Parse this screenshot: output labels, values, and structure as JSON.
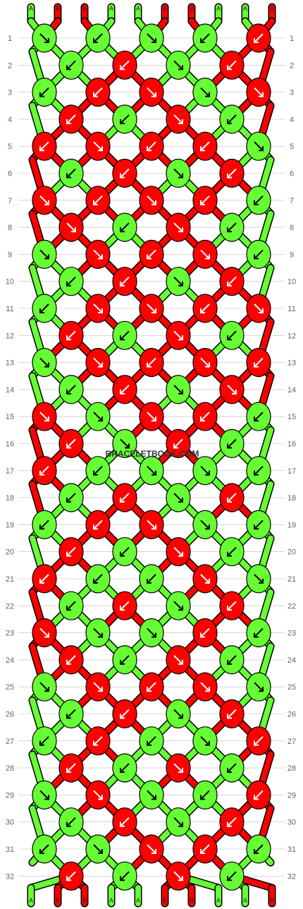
{
  "watermark": "BRACELETBOOK.COM",
  "colors": {
    "A": "#66ff33",
    "B": "#ff0000",
    "outline": "#000000",
    "label": "#666666",
    "grid": "#bdbdbd"
  },
  "strands_top": [
    "A",
    "B",
    "B",
    "A",
    "A",
    "B",
    "B",
    "A",
    "A",
    "B"
  ],
  "strands_bottom": [
    "A",
    "B",
    "B",
    "A",
    "A",
    "B",
    "B",
    "A",
    "A",
    "B"
  ],
  "row_numbers": [
    1,
    2,
    3,
    4,
    5,
    6,
    7,
    8,
    9,
    10,
    11,
    12,
    13,
    14,
    15,
    16,
    17,
    18,
    19,
    20,
    21,
    22,
    23,
    24,
    25,
    26,
    27,
    28,
    29,
    30,
    31,
    32
  ],
  "rows": [
    [
      {
        "c": "A",
        "d": "se"
      },
      {
        "c": "A",
        "d": "sw"
      },
      {
        "c": "A",
        "d": "se"
      },
      {
        "c": "A",
        "d": "sw"
      },
      {
        "c": "B",
        "d": "sw"
      }
    ],
    [
      {
        "c": "A",
        "d": "sw"
      },
      {
        "c": "B",
        "d": "sw"
      },
      {
        "c": "A",
        "d": "se"
      },
      {
        "c": "B",
        "d": "sw"
      }
    ],
    [
      {
        "c": "A",
        "d": "sw"
      },
      {
        "c": "B",
        "d": "sw"
      },
      {
        "c": "B",
        "d": "se"
      },
      {
        "c": "A",
        "d": "se"
      },
      {
        "c": "B",
        "d": "se"
      }
    ],
    [
      {
        "c": "B",
        "d": "sw"
      },
      {
        "c": "A",
        "d": "sw"
      },
      {
        "c": "B",
        "d": "se"
      },
      {
        "c": "A",
        "d": "sw"
      }
    ],
    [
      {
        "c": "B",
        "d": "sw"
      },
      {
        "c": "B",
        "d": "se"
      },
      {
        "c": "B",
        "d": "sw"
      },
      {
        "c": "B",
        "d": "sw"
      },
      {
        "c": "A",
        "d": "se"
      }
    ],
    [
      {
        "c": "A",
        "d": "sw"
      },
      {
        "c": "B",
        "d": "sw"
      },
      {
        "c": "A",
        "d": "se"
      },
      {
        "c": "B",
        "d": "sw"
      }
    ],
    [
      {
        "c": "B",
        "d": "se"
      },
      {
        "c": "B",
        "d": "sw"
      },
      {
        "c": "B",
        "d": "se"
      },
      {
        "c": "B",
        "d": "sw"
      },
      {
        "c": "A",
        "d": "sw"
      }
    ],
    [
      {
        "c": "B",
        "d": "se"
      },
      {
        "c": "A",
        "d": "sw"
      },
      {
        "c": "B",
        "d": "se"
      },
      {
        "c": "A",
        "d": "sw"
      }
    ],
    [
      {
        "c": "A",
        "d": "se"
      },
      {
        "c": "B",
        "d": "se"
      },
      {
        "c": "B",
        "d": "sw"
      },
      {
        "c": "B",
        "d": "se"
      },
      {
        "c": "A",
        "d": "sw"
      }
    ],
    [
      {
        "c": "A",
        "d": "sw"
      },
      {
        "c": "B",
        "d": "sw"
      },
      {
        "c": "A",
        "d": "se"
      },
      {
        "c": "B",
        "d": "sw"
      }
    ],
    [
      {
        "c": "A",
        "d": "sw"
      },
      {
        "c": "B",
        "d": "se"
      },
      {
        "c": "B",
        "d": "se"
      },
      {
        "c": "B",
        "d": "sw"
      },
      {
        "c": "B",
        "d": "se"
      }
    ],
    [
      {
        "c": "B",
        "d": "sw"
      },
      {
        "c": "A",
        "d": "sw"
      },
      {
        "c": "B",
        "d": "se"
      },
      {
        "c": "A",
        "d": "sw"
      }
    ],
    [
      {
        "c": "A",
        "d": "se"
      },
      {
        "c": "B",
        "d": "se"
      },
      {
        "c": "B",
        "d": "sw"
      },
      {
        "c": "B",
        "d": "se"
      },
      {
        "c": "B",
        "d": "sw"
      }
    ],
    [
      {
        "c": "A",
        "d": "sw"
      },
      {
        "c": "B",
        "d": "sw"
      },
      {
        "c": "A",
        "d": "se"
      },
      {
        "c": "B",
        "d": "se"
      }
    ],
    [
      {
        "c": "B",
        "d": "se"
      },
      {
        "c": "A",
        "d": "se"
      },
      {
        "c": "B",
        "d": "se"
      },
      {
        "c": "B",
        "d": "sw"
      },
      {
        "c": "A",
        "d": "sw"
      }
    ],
    [
      {
        "c": "B",
        "d": "sw"
      },
      {
        "c": "A",
        "d": "se"
      },
      {
        "c": "B",
        "d": "sw"
      },
      {
        "c": "A",
        "d": "sw"
      }
    ],
    [
      {
        "c": "B",
        "d": "sw"
      },
      {
        "c": "A",
        "d": "sw"
      },
      {
        "c": "A",
        "d": "se"
      },
      {
        "c": "A",
        "d": "se"
      },
      {
        "c": "A",
        "d": "sw"
      }
    ],
    [
      {
        "c": "A",
        "d": "sw"
      },
      {
        "c": "B",
        "d": "sw"
      },
      {
        "c": "A",
        "d": "se"
      },
      {
        "c": "B",
        "d": "sw"
      }
    ],
    [
      {
        "c": "A",
        "d": "sw"
      },
      {
        "c": "B",
        "d": "sw"
      },
      {
        "c": "B",
        "d": "se"
      },
      {
        "c": "A",
        "d": "se"
      },
      {
        "c": "A",
        "d": "sw"
      }
    ],
    [
      {
        "c": "B",
        "d": "sw"
      },
      {
        "c": "A",
        "d": "sw"
      },
      {
        "c": "B",
        "d": "se"
      },
      {
        "c": "A",
        "d": "sw"
      }
    ],
    [
      {
        "c": "B",
        "d": "sw"
      },
      {
        "c": "A",
        "d": "sw"
      },
      {
        "c": "A",
        "d": "sw"
      },
      {
        "c": "B",
        "d": "se"
      },
      {
        "c": "A",
        "d": "se"
      }
    ],
    [
      {
        "c": "A",
        "d": "sw"
      },
      {
        "c": "B",
        "d": "sw"
      },
      {
        "c": "A",
        "d": "se"
      },
      {
        "c": "B",
        "d": "sw"
      }
    ],
    [
      {
        "c": "B",
        "d": "se"
      },
      {
        "c": "A",
        "d": "se"
      },
      {
        "c": "A",
        "d": "se"
      },
      {
        "c": "B",
        "d": "sw"
      },
      {
        "c": "A",
        "d": "sw"
      }
    ],
    [
      {
        "c": "B",
        "d": "sw"
      },
      {
        "c": "A",
        "d": "sw"
      },
      {
        "c": "B",
        "d": "se"
      },
      {
        "c": "A",
        "d": "sw"
      }
    ],
    [
      {
        "c": "A",
        "d": "se"
      },
      {
        "c": "B",
        "d": "se"
      },
      {
        "c": "B",
        "d": "sw"
      },
      {
        "c": "B",
        "d": "se"
      },
      {
        "c": "A",
        "d": "se"
      }
    ],
    [
      {
        "c": "A",
        "d": "sw"
      },
      {
        "c": "B",
        "d": "sw"
      },
      {
        "c": "A",
        "d": "se"
      },
      {
        "c": "B",
        "d": "sw"
      }
    ],
    [
      {
        "c": "A",
        "d": "sw"
      },
      {
        "c": "B",
        "d": "sw"
      },
      {
        "c": "A",
        "d": "sw"
      },
      {
        "c": "A",
        "d": "se"
      },
      {
        "c": "B",
        "d": "sw"
      }
    ],
    [
      {
        "c": "B",
        "d": "sw"
      },
      {
        "c": "A",
        "d": "sw"
      },
      {
        "c": "B",
        "d": "se"
      },
      {
        "c": "A",
        "d": "sw"
      }
    ],
    [
      {
        "c": "A",
        "d": "se"
      },
      {
        "c": "B",
        "d": "se"
      },
      {
        "c": "A",
        "d": "se"
      },
      {
        "c": "A",
        "d": "sw"
      },
      {
        "c": "B",
        "d": "sw"
      }
    ],
    [
      {
        "c": "A",
        "d": "sw"
      },
      {
        "c": "B",
        "d": "sw"
      },
      {
        "c": "A",
        "d": "se"
      },
      {
        "c": "B",
        "d": "sw"
      }
    ],
    [
      {
        "c": "A",
        "d": "sw"
      },
      {
        "c": "A",
        "d": "se"
      },
      {
        "c": "B",
        "d": "se"
      },
      {
        "c": "B",
        "d": "sw"
      },
      {
        "c": "A",
        "d": "sw"
      }
    ],
    [
      {
        "c": "B",
        "d": "sw"
      },
      {
        "c": "A",
        "d": "sw"
      },
      {
        "c": "B",
        "d": "se"
      },
      {
        "c": "A",
        "d": "sw"
      }
    ]
  ]
}
